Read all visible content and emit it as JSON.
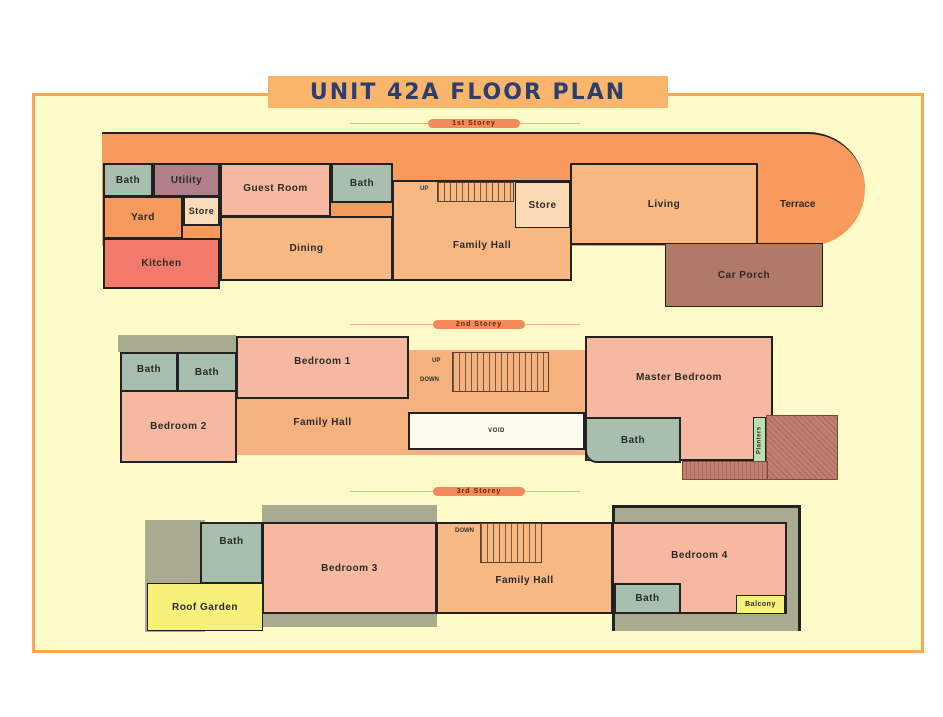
{
  "title": "UNIT 42A FLOOR PLAN",
  "storeys": [
    {
      "label": "1st Storey",
      "rooms": [
        "Bath",
        "Utility",
        "Guest Room",
        "Bath",
        "Yard",
        "Store",
        "Kitchen",
        "Dining",
        "Family Hall",
        "Store",
        "Living",
        "Terrace",
        "Car Porch"
      ],
      "annotations": [
        "UP"
      ]
    },
    {
      "label": "2nd Storey",
      "rooms": [
        "Bath",
        "Bath",
        "Bedroom 1",
        "Bedroom 2",
        "Family Hall",
        "VOID",
        "Master Bedroom",
        "Bath",
        "Planters"
      ],
      "annotations": [
        "UP",
        "DOWN"
      ]
    },
    {
      "label": "3rd Storey",
      "rooms": [
        "Bath",
        "Roof Garden",
        "Bedroom 3",
        "Family Hall",
        "Bedroom 4",
        "Bath",
        "Balcony"
      ],
      "annotations": [
        "DOWN"
      ]
    }
  ],
  "colors": {
    "accent": "#f7a855",
    "title_bg": "#f9b56a",
    "title_text": "#2c3e6e",
    "panel": "#fffbc8"
  }
}
